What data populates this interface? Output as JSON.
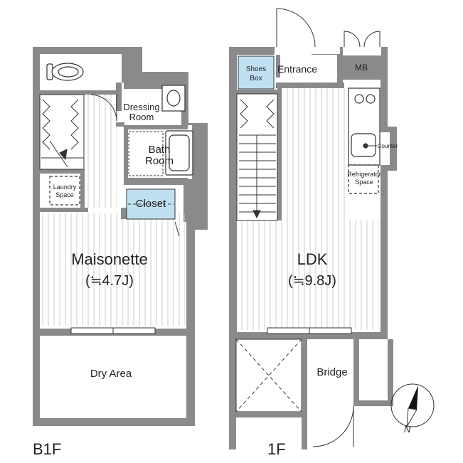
{
  "colors": {
    "wall": "#8a8a8a",
    "line": "#333333",
    "water": "#bfe0f0",
    "floor_line": "#c8c8c8"
  },
  "b1f": {
    "floor_label": "B1F",
    "dressing_room": [
      "Dressing",
      "Room"
    ],
    "bath_room": [
      "Bath",
      "Room"
    ],
    "laundry_space": [
      "Laundry",
      "Space"
    ],
    "closet": "Closet",
    "main_room": "Maisonette",
    "main_room_size": "(≒4.7J)",
    "dry_area": "Dry Area"
  },
  "f1": {
    "floor_label": "1F",
    "entrance": "Entrance",
    "shoes_box": [
      "Shoes",
      "Box"
    ],
    "mb": "MB",
    "counter": "Counter",
    "refrigerator_space": [
      "Refrigerator",
      "Space"
    ],
    "main_room": "LDK",
    "main_room_size": "(≒9.8J)",
    "bridge": "Bridge"
  },
  "compass": {
    "label": "N",
    "icon": "north-arrow-icon"
  }
}
